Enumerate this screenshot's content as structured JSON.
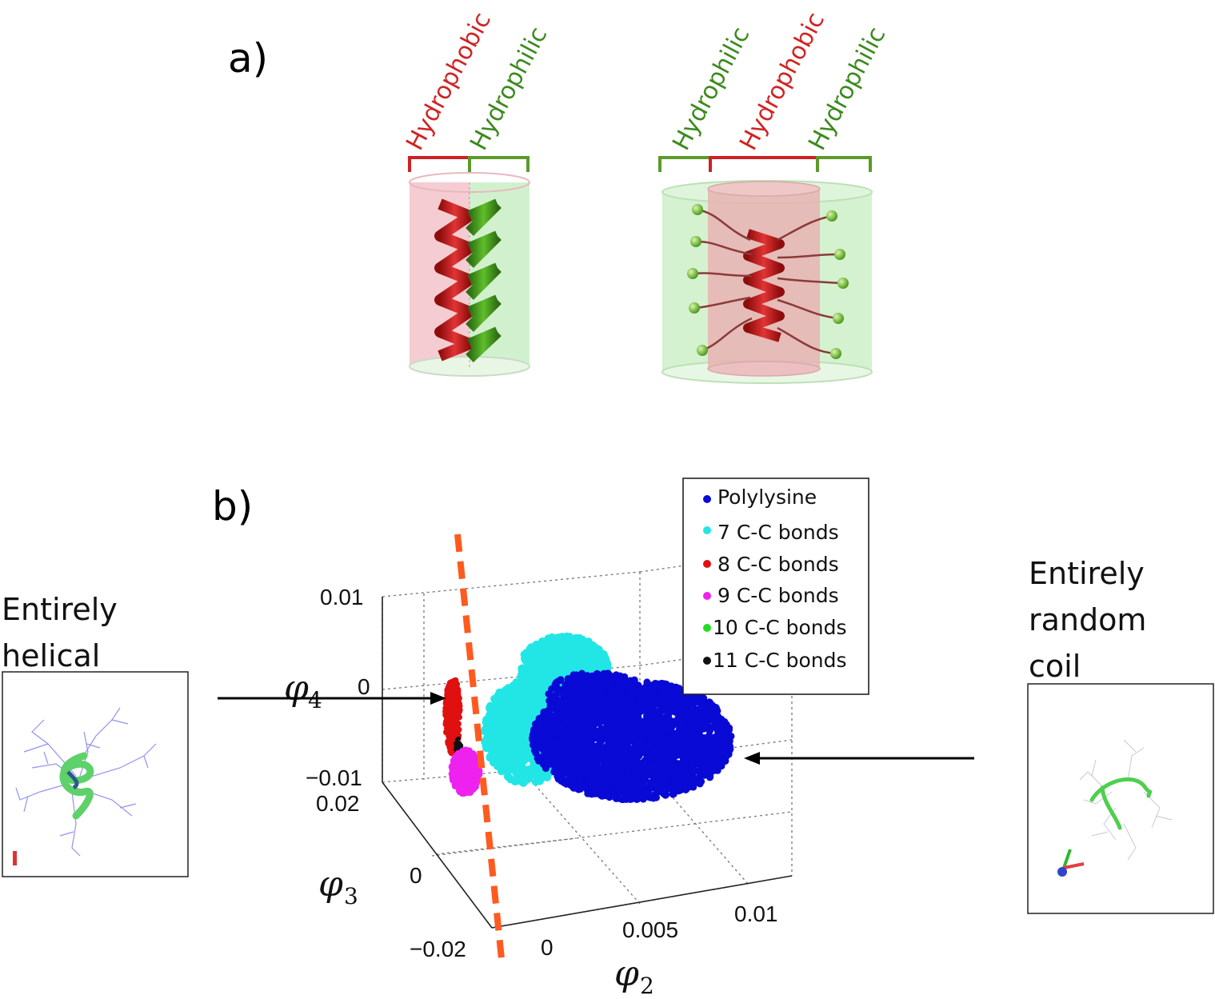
{
  "panel_a": {
    "label": "a)",
    "left_cylinder": {
      "labels": [
        "Hydrophobic",
        "Hydrophilic"
      ]
    },
    "right_cylinder": {
      "labels": [
        "Hydrophilic",
        "Hydrophobic",
        "Hydrophilic"
      ]
    }
  },
  "panel_b": {
    "label": "b)",
    "left_caption": [
      "Entirely",
      "helical"
    ],
    "right_caption": [
      "Entirely",
      "random",
      "coil"
    ],
    "axes": {
      "phi4": {
        "symbol": "φ",
        "sub": "4",
        "ticks": [
          "0.01",
          "0",
          "−0.01"
        ]
      },
      "phi3": {
        "symbol": "φ",
        "sub": "3",
        "ticks": [
          "0.02",
          "0",
          "−0.02"
        ]
      },
      "phi2": {
        "symbol": "φ",
        "sub": "2",
        "ticks": [
          "0",
          "0.005",
          "0.01"
        ]
      }
    },
    "legend": [
      {
        "label": "Polylysine",
        "color": "#0a0ad6"
      },
      {
        "label": "7 C-C bonds",
        "color": "#22e6e6"
      },
      {
        "label": "8 C-C bonds",
        "color": "#e01010"
      },
      {
        "label": "9 C-C bonds",
        "color": "#ee22ee"
      },
      {
        "label": "10 C-C bonds",
        "color": "#22dd22"
      },
      {
        "label": "11 C-C bonds",
        "color": "#111111"
      }
    ],
    "divider_color": "#ff5a1f"
  }
}
